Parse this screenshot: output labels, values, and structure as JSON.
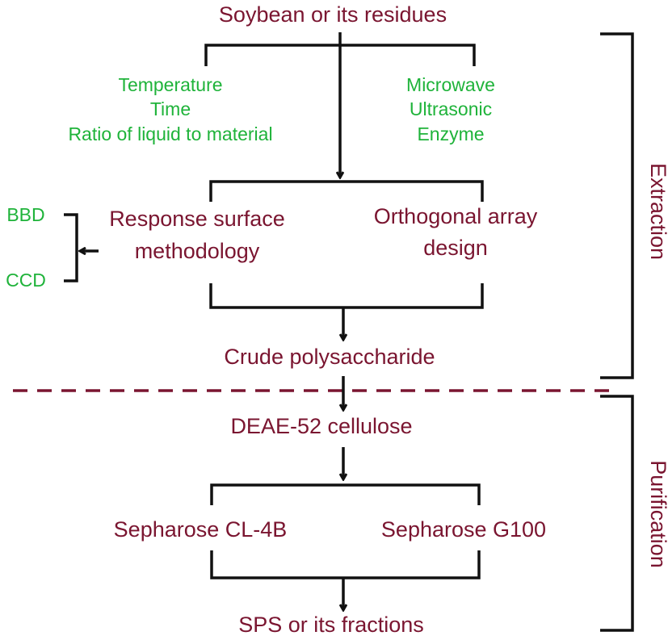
{
  "colors": {
    "stage_text": "#7a1530",
    "factor_text": "#1fb33a",
    "lines": "#111111",
    "divider": "#7a1530"
  },
  "nodes": {
    "source": "Soybean or its residues",
    "factors_left": [
      "Temperature",
      "Time",
      "Ratio of liquid to material"
    ],
    "factors_right": [
      "Microwave",
      "Ultrasonic",
      "Enzyme"
    ],
    "design_options": [
      "BBD",
      "CCD"
    ],
    "method_left": [
      "Response surface",
      "methodology"
    ],
    "method_right": [
      "Orthogonal array",
      "design"
    ],
    "crude": "Crude polysaccharide",
    "deae": "DEAE-52 cellulose",
    "column_left": "Sepharose CL-4B",
    "column_right": "Sepharose G100",
    "final": "SPS or its fractions"
  },
  "stages": {
    "extraction": "Extraction",
    "purification": "Purification"
  }
}
